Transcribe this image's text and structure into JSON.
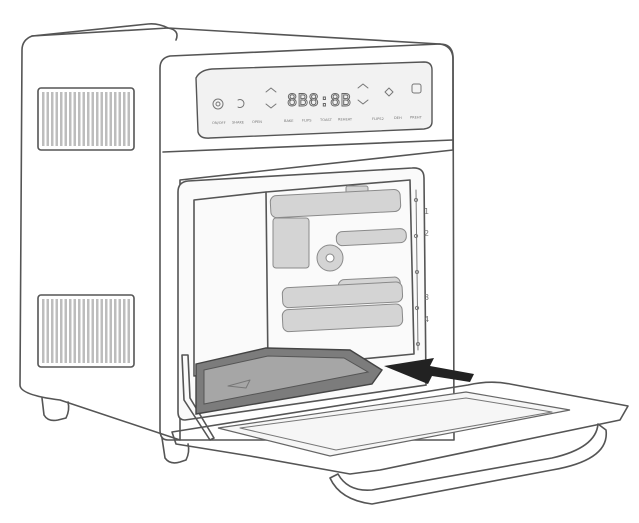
{
  "display": {
    "segments": "8B8:8B"
  },
  "control_panel": {
    "button_labels": [
      "ON/OFF",
      "SHAKE",
      "OPEN",
      "BAKE",
      "FLIPS",
      "TOAST",
      "REHEAT",
      "FLIPS2",
      "DEH",
      "PREHT"
    ]
  },
  "rack_levels": [
    "1",
    "2",
    "3",
    "4"
  ],
  "colors": {
    "line": "#555555",
    "tray": "#7c7c7c",
    "arrow": "#222222",
    "vent_stripe": "#bdbdbd"
  }
}
